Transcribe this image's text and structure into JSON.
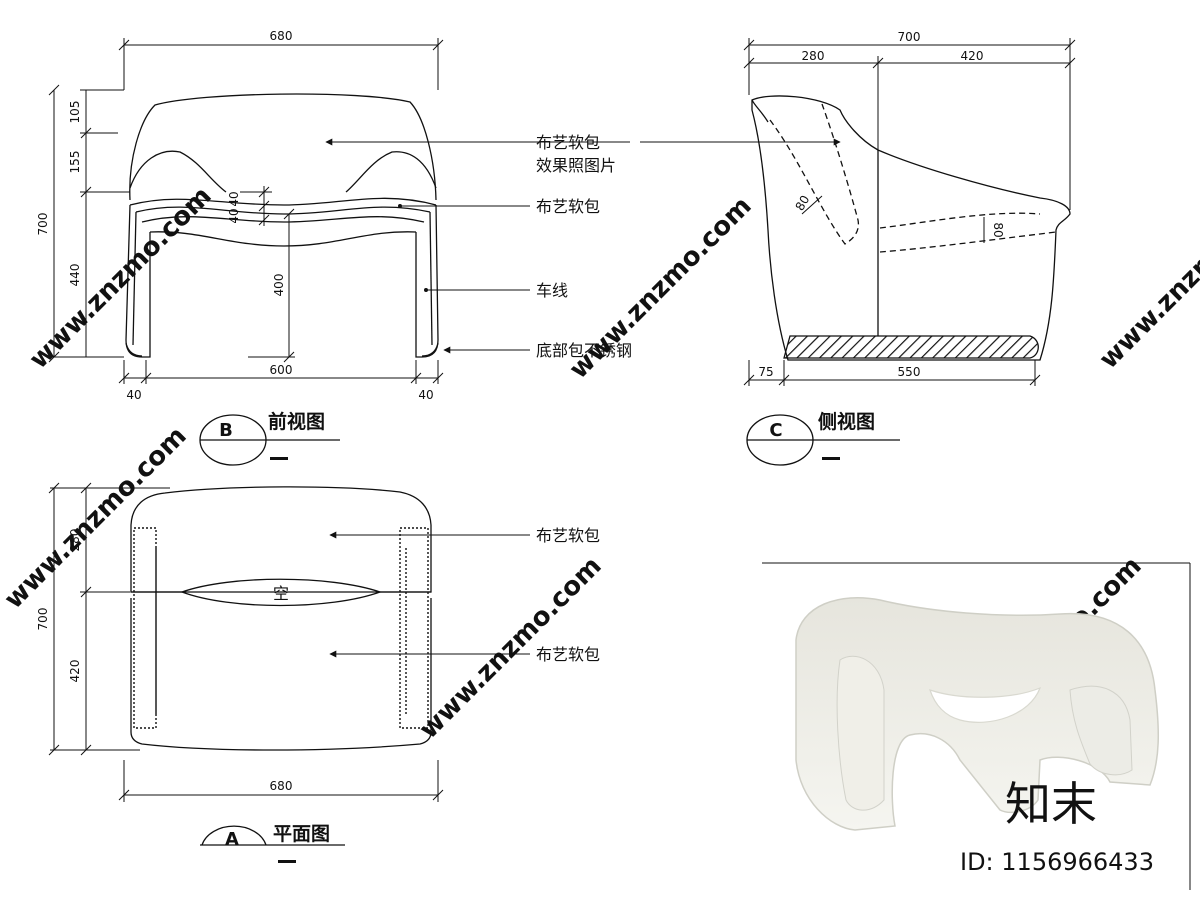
{
  "views": {
    "front": {
      "letter": "B",
      "title": "前视图",
      "dims": {
        "width_top": "680",
        "height_total": "700",
        "seg_105": "105",
        "seg_155": "155",
        "seg_440": "440",
        "seat_height": "400",
        "cushion_a": "40",
        "cushion_b": "40",
        "inner_width": "600",
        "leg_left": "40",
        "leg_right": "40"
      }
    },
    "side": {
      "letter": "C",
      "title": "侧视图",
      "dims": {
        "depth_total": "700",
        "seg_280": "280",
        "seg_420": "420",
        "back_thickness": "80",
        "seat_thickness": "80",
        "base_offset": "75",
        "base_depth": "550"
      }
    },
    "plan": {
      "letter": "A",
      "title": "平面图",
      "void_label": "空",
      "dims": {
        "depth_total": "700",
        "seg_280": "280",
        "seg_420": "420",
        "width": "680"
      }
    }
  },
  "callouts": {
    "fabric_photo_line1": "布艺软包",
    "fabric_photo_line2": "效果照图片",
    "fabric": "布艺软包",
    "stitching": "车线",
    "base_steel": "底部包不锈钢",
    "plan_fabric_back": "布艺软包",
    "plan_fabric_seat": "布艺软包"
  },
  "watermark": {
    "site": "www.znzmo.com",
    "brand": "知末",
    "id": "ID: 1156966433"
  },
  "colors": {
    "line": "#111111",
    "photo_chair": "#ecebe4",
    "watermark": "#d8d8d8"
  }
}
